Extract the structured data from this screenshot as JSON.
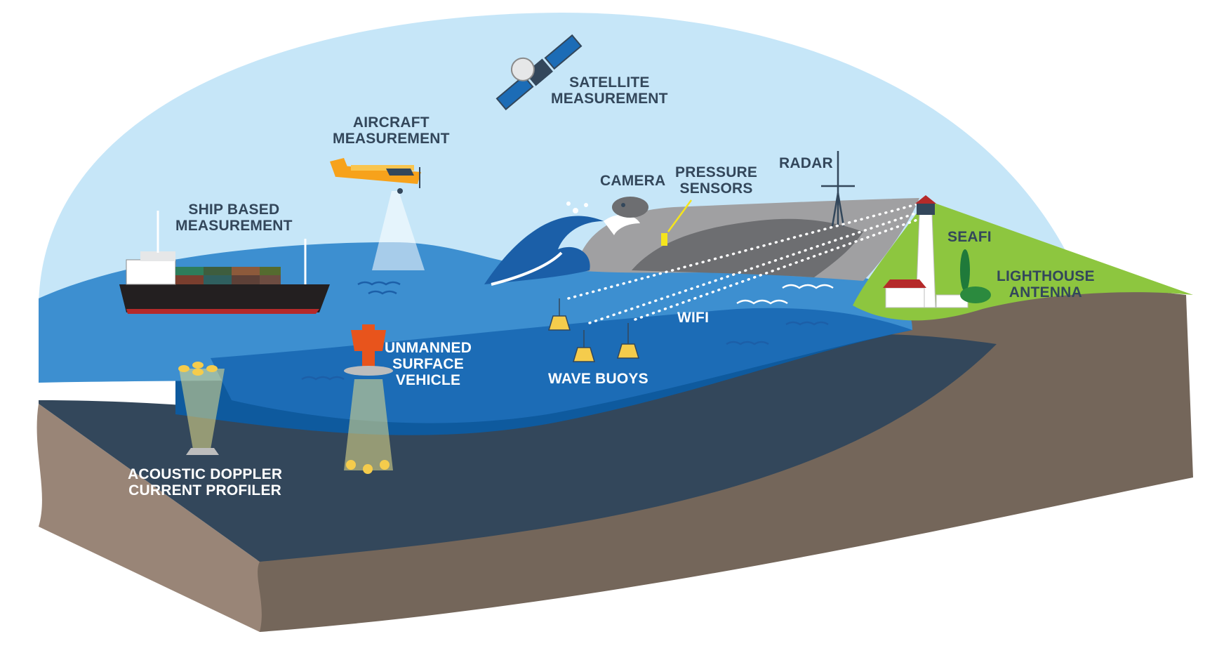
{
  "labels": {
    "satellite": {
      "line1": "SATELLITE",
      "line2": "MEASUREMENT"
    },
    "aircraft": {
      "line1": "AIRCRAFT",
      "line2": "MEASUREMENT"
    },
    "ship": {
      "line1": "SHIP BASED",
      "line2": "MEASUREMENT"
    },
    "camera": {
      "line1": "CAMERA"
    },
    "pressure": {
      "line1": "PRESSURE",
      "line2": "SENSORS"
    },
    "radar": {
      "line1": "RADAR"
    },
    "seafi": {
      "line1": "SEAFI"
    },
    "lighthouse": {
      "line1": "LIGHTHOUSE",
      "line2": "ANTENNA"
    },
    "wifi": {
      "line1": "WIFI"
    },
    "usv": {
      "line1": "UNMANNED",
      "line2": "SURFACE",
      "line3": "VEHICLE"
    },
    "buoys": {
      "line1": "WAVE BUOYS"
    },
    "adcp": {
      "line1": "ACOUSTIC DOPPLER",
      "line2": "CURRENT PROFILER"
    }
  },
  "icons": [
    "satellite-icon",
    "aircraft-icon",
    "ship-icon",
    "camera-icon",
    "pressure-sensor-icon",
    "radar-tower-icon",
    "lighthouse-icon",
    "antenna-tree-icon",
    "wave-buoy-icon",
    "usv-icon",
    "adcp-icon",
    "breaking-wave-icon"
  ],
  "colors": {
    "sky": "#c6e6f8",
    "ocean_surface": "#3d8fd0",
    "ocean_deep": "#0e5a9e",
    "seafloor": "#33475b",
    "earth": "#74665a",
    "land": "#8dc63f",
    "cliff": "#a0a0a2",
    "buoy": "#f5cc4c",
    "label_dark": "#33475b",
    "label_light": "#ffffff"
  }
}
